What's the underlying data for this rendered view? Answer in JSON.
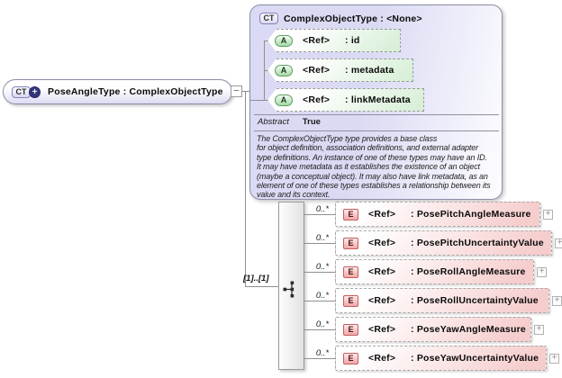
{
  "root": {
    "icon_label": "CT",
    "icon_plus": "+",
    "label": "PoseAngleType : ComplexObjectType",
    "collapse_glyph": "−"
  },
  "base_type": {
    "icon_label": "CT",
    "title": "ComplexObjectType : <None>",
    "attributes": [
      {
        "icon_label": "A",
        "ref": "<Ref>",
        "name": ": id"
      },
      {
        "icon_label": "A",
        "ref": "<Ref>",
        "name": ": metadata"
      },
      {
        "icon_label": "A",
        "ref": "<Ref>",
        "name": ": linkMetadata"
      }
    ],
    "facet_name": "Abstract",
    "facet_value": "True",
    "annotation": "The ComplexObjectType type provides a base class\nfor object definition, association definitions, and external adapter\ntype definitions. An instance of one of these types may have an ID.\nIt may have metadata as it establishes the existence of an object\n(maybe a conceptual object). It may also have link metadata, as an\nelement of one of these types establishes a relationship between its\nvalue and its context."
  },
  "sequence": {
    "cardinality": "[1]..[1]",
    "expand_glyph": "+",
    "elements": [
      {
        "icon_label": "E",
        "ref": "<Ref>",
        "name": ": PosePitchAngleMeasure",
        "occurs": "0..*"
      },
      {
        "icon_label": "E",
        "ref": "<Ref>",
        "name": ": PosePitchUncertaintyValue",
        "occurs": "0..*"
      },
      {
        "icon_label": "E",
        "ref": "<Ref>",
        "name": ": PoseRollAngleMeasure",
        "occurs": "0..*"
      },
      {
        "icon_label": "E",
        "ref": "<Ref>",
        "name": ": PoseRollUncertaintyValue",
        "occurs": "0..*"
      },
      {
        "icon_label": "E",
        "ref": "<Ref>",
        "name": ": PoseYawAngleMeasure",
        "occurs": "0..*"
      },
      {
        "icon_label": "E",
        "ref": "<Ref>",
        "name": ": PoseYawUncertaintyValue",
        "occurs": "0..*"
      }
    ]
  }
}
